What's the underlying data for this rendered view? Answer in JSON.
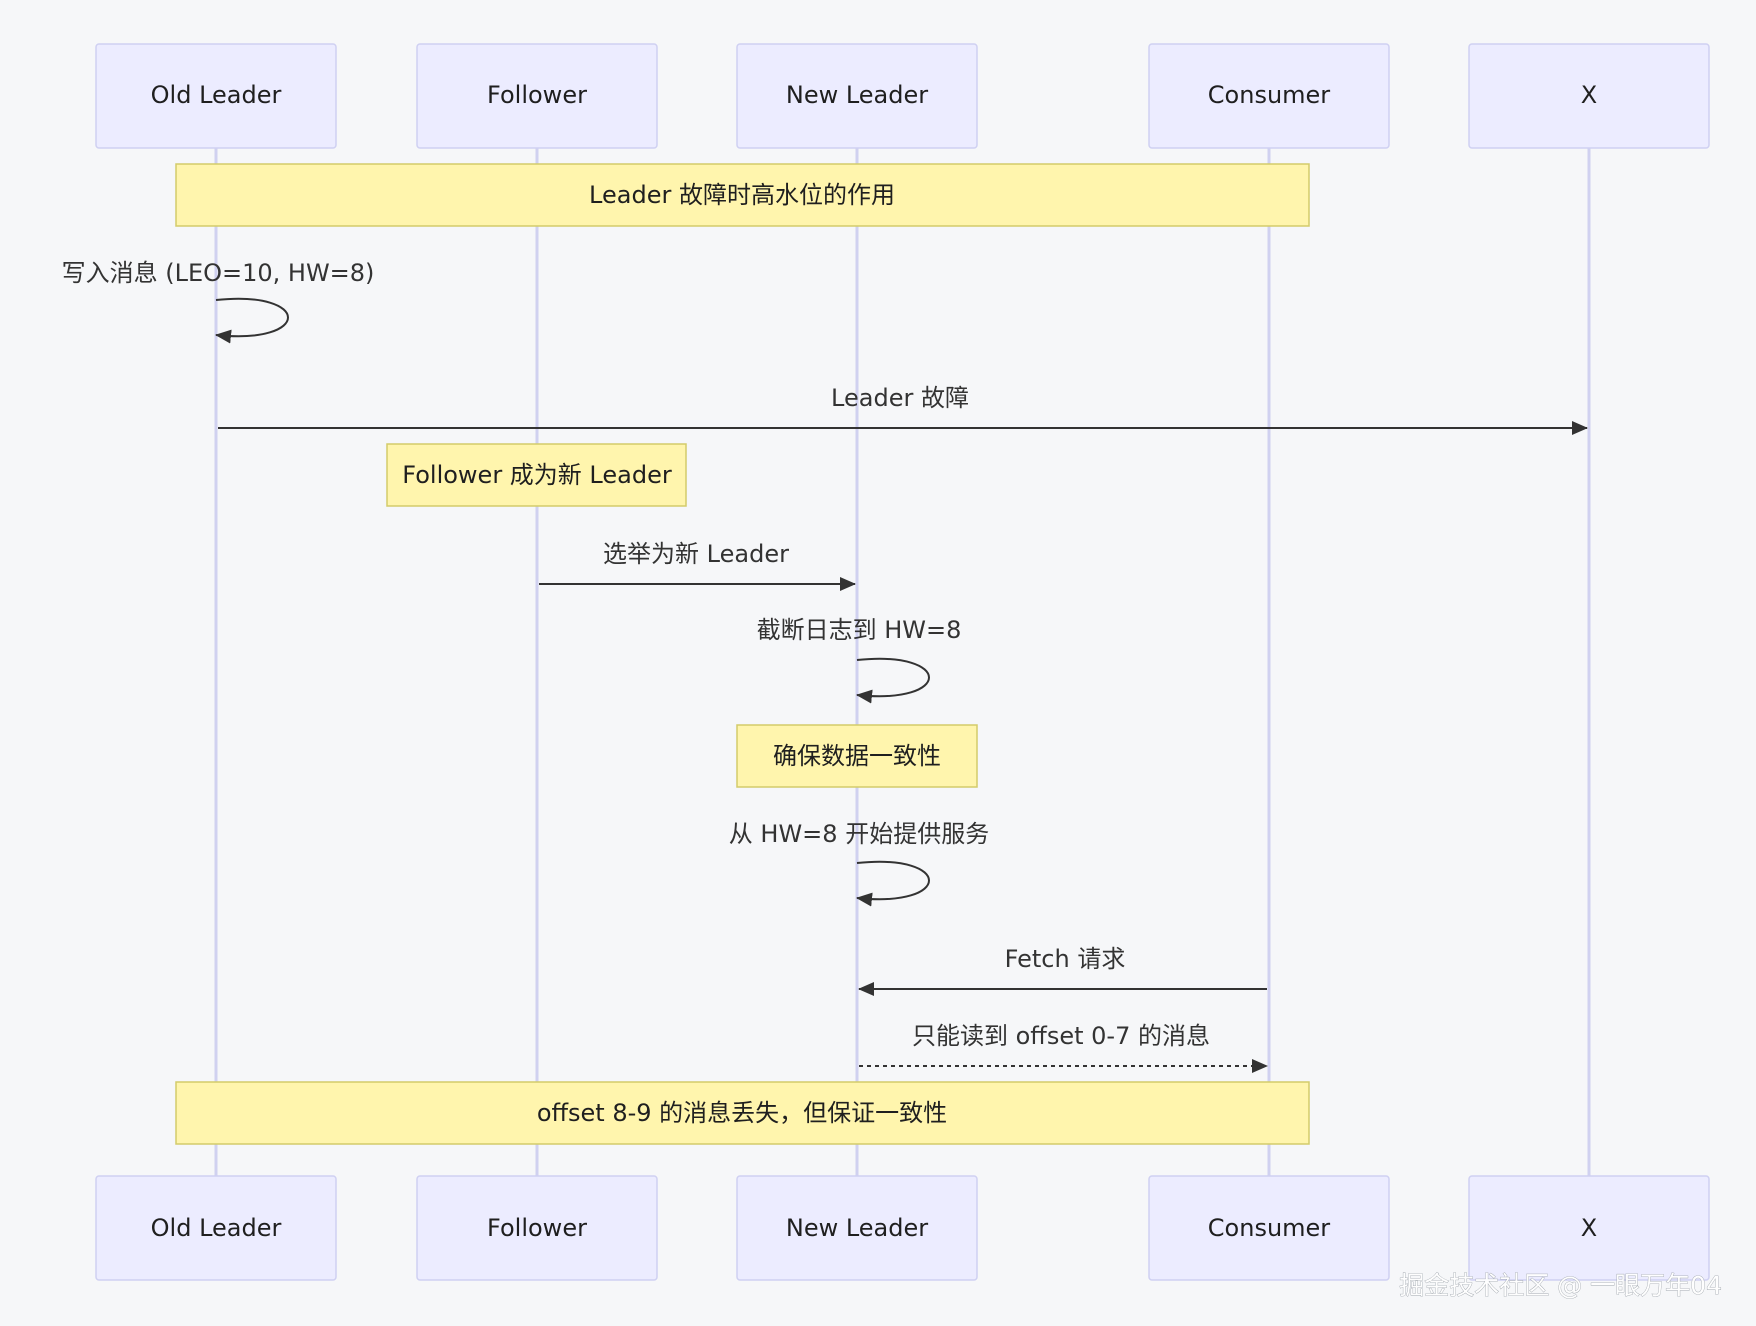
{
  "actors": [
    {
      "id": "old-leader",
      "label": "Old Leader"
    },
    {
      "id": "follower",
      "label": "Follower"
    },
    {
      "id": "new-leader",
      "label": "New Leader"
    },
    {
      "id": "consumer",
      "label": "Consumer"
    },
    {
      "id": "x",
      "label": "X"
    }
  ],
  "notes": [
    {
      "id": "note-hw-role",
      "text": "Leader 故障时高水位的作用"
    },
    {
      "id": "note-follower-becomes-leader",
      "text": "Follower 成为新 Leader"
    },
    {
      "id": "note-ensure-consistency",
      "text": "确保数据一致性"
    },
    {
      "id": "note-offset-lost",
      "text": "offset 8-9 的消息丢失，但保证一致性"
    }
  ],
  "messages": [
    {
      "id": "msg-write",
      "from": "old-leader",
      "to": "old-leader",
      "text": "写入消息 (LEO=10, HW=8)",
      "style": "solid",
      "self": true
    },
    {
      "id": "msg-leader-fail",
      "from": "old-leader",
      "to": "x",
      "text": "Leader 故障",
      "style": "solid"
    },
    {
      "id": "msg-elect",
      "from": "follower",
      "to": "new-leader",
      "text": "选举为新 Leader",
      "style": "solid"
    },
    {
      "id": "msg-truncate",
      "from": "new-leader",
      "to": "new-leader",
      "text": "截断日志到 HW=8",
      "style": "solid",
      "self": true
    },
    {
      "id": "msg-serve",
      "from": "new-leader",
      "to": "new-leader",
      "text": "从 HW=8 开始提供服务",
      "style": "solid",
      "self": true
    },
    {
      "id": "msg-fetch",
      "from": "consumer",
      "to": "new-leader",
      "text": "Fetch 请求",
      "style": "solid"
    },
    {
      "id": "msg-read",
      "from": "new-leader",
      "to": "consumer",
      "text": "只能读到 offset 0-7 的消息",
      "style": "dotted"
    }
  ],
  "watermark": "掘金技术社区 @ 一眼万年04",
  "colors": {
    "background": "#f6f7f9",
    "actor_fill": "#ececff",
    "actor_stroke": "#cfd0f2",
    "lifeline": "#d0d1f0",
    "note_fill": "#fff5ad",
    "note_stroke": "#d3cc6a",
    "arrow": "#333333"
  }
}
